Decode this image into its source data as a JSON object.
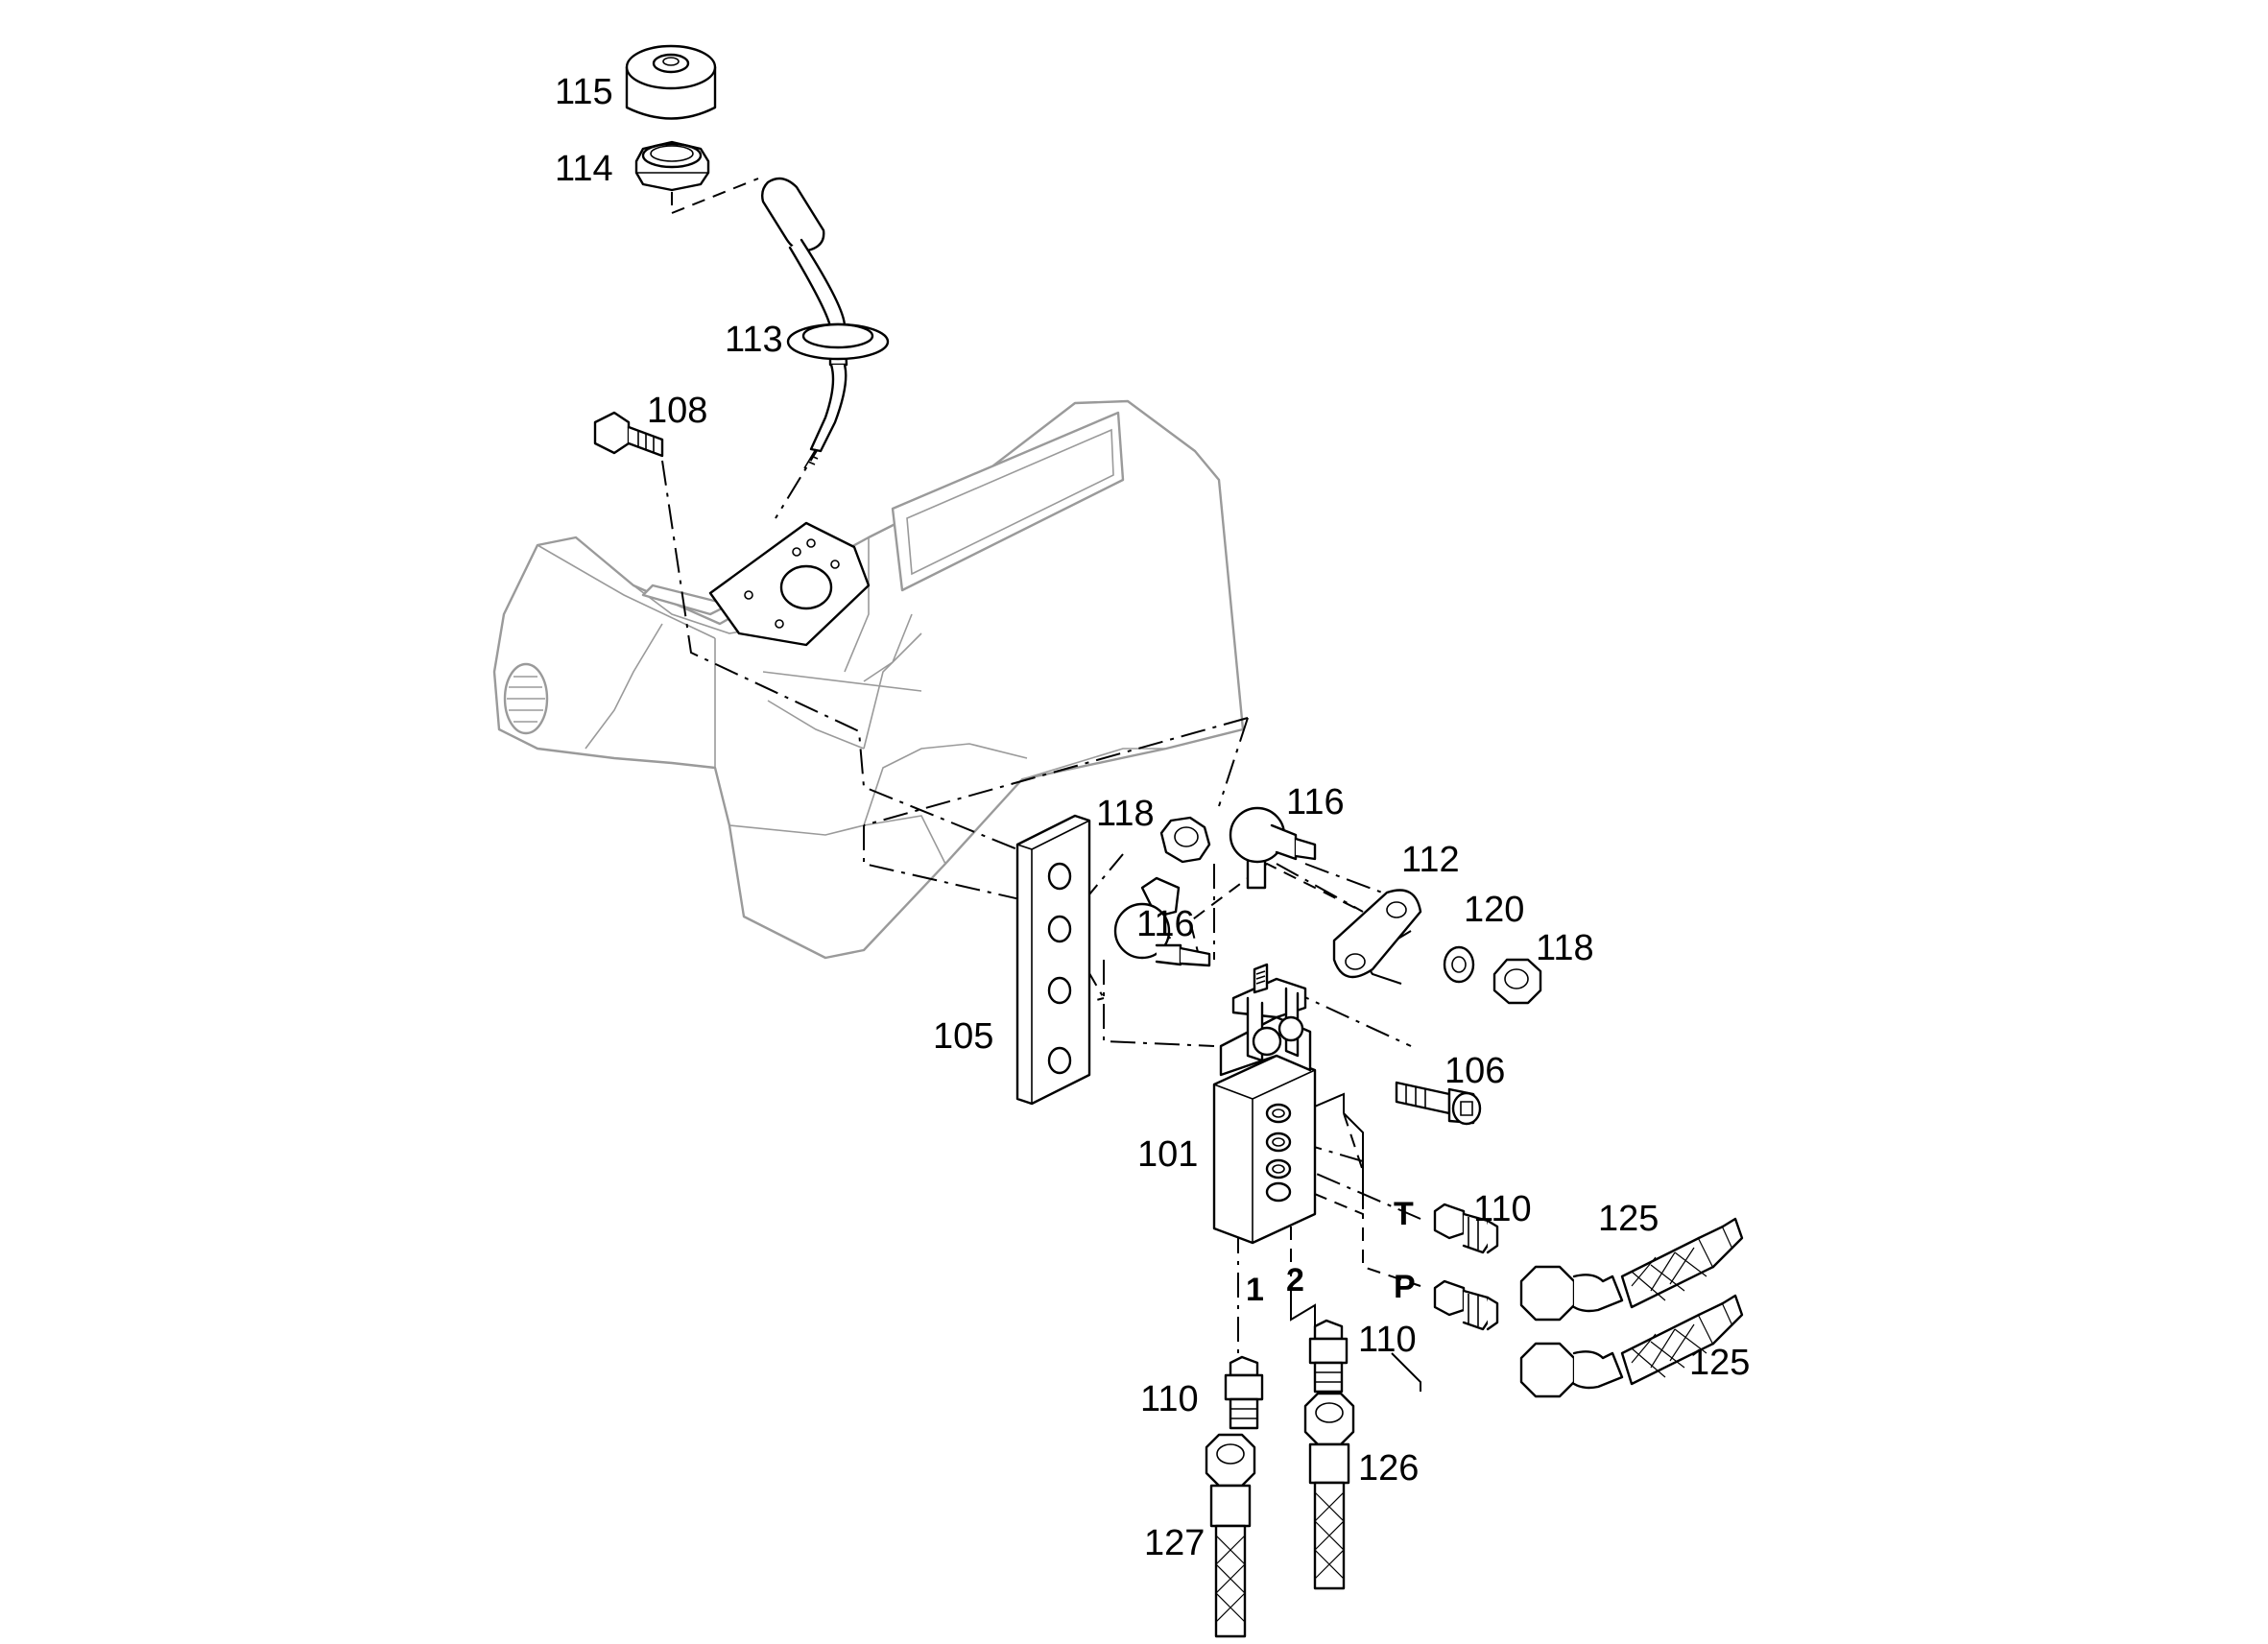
{
  "callouts": {
    "c115": "115",
    "c114": "114",
    "c113": "113",
    "c108": "108",
    "c118a": "118",
    "c116a": "116",
    "c116b": "116",
    "c112": "112",
    "c120": "120",
    "c118b": "118",
    "c105": "105",
    "c106": "106",
    "c101": "101",
    "c110a": "110",
    "c110b": "110",
    "c110c": "110",
    "c125a": "125",
    "c125b": "125",
    "c126": "126",
    "c127": "127"
  },
  "ports": {
    "t": "T",
    "p": "P",
    "one": "1",
    "two": "2"
  }
}
